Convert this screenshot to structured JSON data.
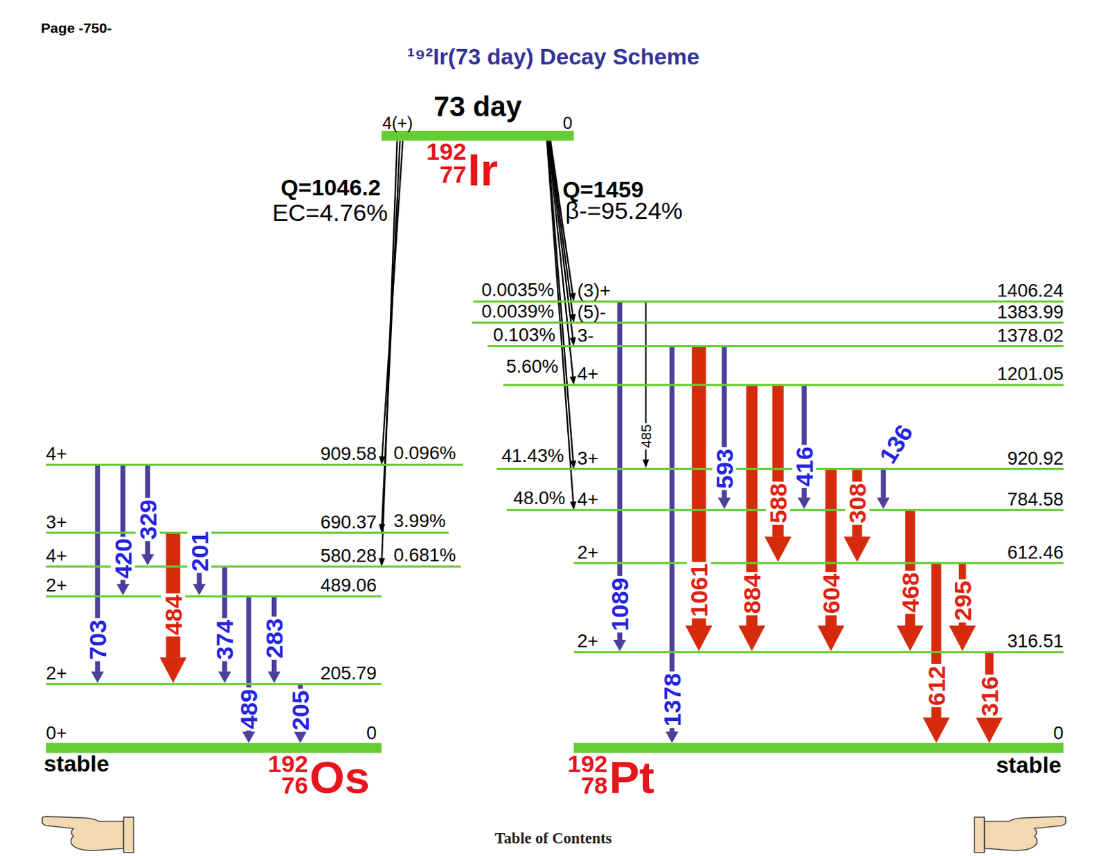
{
  "diagram": {
    "title": "¹⁹²Ir(73 day) Decay Scheme",
    "nodes": [
      {
        "text": [
          "73 day",
          "4(+)",
          "0"
        ]
      },
      {
        "text": [
          "4+",
          "909.58"
        ]
      },
      {
        "text": [
          "3+",
          "690.37"
        ]
      },
      {
        "text": [
          "4+",
          "580.28"
        ]
      },
      {
        "text": [
          "2+",
          "489.06"
        ]
      },
      {
        "text": [
          "2+",
          "205.79"
        ]
      },
      {
        "text": [
          "0+",
          "0",
          "stable"
        ]
      },
      {
        "text": [
          "(3)+",
          "1406.24"
        ]
      },
      {
        "text": [
          "(5)-",
          "1383.99"
        ]
      },
      {
        "text": [
          "3-",
          "1378.02"
        ]
      },
      {
        "text": [
          "4+",
          "1201.05"
        ]
      },
      {
        "text": [
          "3+",
          "920.92"
        ]
      },
      {
        "text": [
          "4+",
          "784.58"
        ]
      },
      {
        "text": [
          "2+",
          "612.46"
        ]
      },
      {
        "text": [
          "2+",
          "316.51"
        ]
      },
      {
        "text": [
          "0",
          "stable"
        ]
      }
    ],
    "edges": [
      {
        "from": 0,
        "to": 1,
        "arrow": "to",
        "label": "0.096%"
      },
      {
        "from": 0,
        "to": 2,
        "arrow": "to",
        "label": "3.99%"
      },
      {
        "from": 0,
        "to": 3,
        "arrow": "to",
        "label": "0.681%"
      },
      {
        "from": 0,
        "to": 7,
        "arrow": "to",
        "label": "0.0035%"
      },
      {
        "from": 0,
        "to": 8,
        "arrow": "to",
        "label": "0.0039%"
      },
      {
        "from": 0,
        "to": 9,
        "arrow": "to",
        "label": "0.103%"
      },
      {
        "from": 0,
        "to": 10,
        "arrow": "to",
        "label": "5.60%"
      },
      {
        "from": 0,
        "to": 11,
        "arrow": "to",
        "label": "41.43%"
      },
      {
        "from": 0,
        "to": 12,
        "arrow": "to",
        "label": "48.0%"
      },
      {
        "from": 1,
        "to": 5,
        "arrow": "to",
        "label": "703"
      },
      {
        "from": 1,
        "to": 4,
        "arrow": "to",
        "label": "420"
      },
      {
        "from": 1,
        "to": 3,
        "arrow": "to",
        "label": "329"
      },
      {
        "from": 2,
        "to": 5,
        "arrow": "to",
        "label": "484"
      },
      {
        "from": 2,
        "to": 4,
        "arrow": "to",
        "label": "201"
      },
      {
        "from": 3,
        "to": 5,
        "arrow": "to",
        "label": "374"
      },
      {
        "from": 4,
        "to": 6,
        "arrow": "to",
        "label": "489"
      },
      {
        "from": 4,
        "to": 5,
        "arrow": "to",
        "label": "283"
      },
      {
        "from": 5,
        "to": 6,
        "arrow": "to",
        "label": "205"
      },
      {
        "from": 7,
        "to": 14,
        "arrow": "to",
        "label": "1089"
      },
      {
        "from": 7,
        "to": 11,
        "arrow": "to",
        "label": "485"
      },
      {
        "from": 9,
        "to": 15,
        "arrow": "to",
        "label": "1378"
      },
      {
        "from": 9,
        "to": 14,
        "arrow": "to",
        "label": "1061"
      },
      {
        "from": 9,
        "to": 12,
        "arrow": "to",
        "label": "593"
      },
      {
        "from": 10,
        "to": 14,
        "arrow": "to",
        "label": "884"
      },
      {
        "from": 10,
        "to": 13,
        "arrow": "to",
        "label": "588"
      },
      {
        "from": 10,
        "to": 12,
        "arrow": "to",
        "label": "416"
      },
      {
        "from": 11,
        "to": 12,
        "arrow": "to",
        "label": "136"
      },
      {
        "from": 11,
        "to": 14,
        "arrow": "to",
        "label": "604"
      },
      {
        "from": 11,
        "to": 13,
        "arrow": "to",
        "label": "308"
      },
      {
        "from": 12,
        "to": 14,
        "arrow": "to",
        "label": "468"
      },
      {
        "from": 13,
        "to": 15,
        "arrow": "to",
        "label": "612"
      },
      {
        "from": 13,
        "to": 14,
        "arrow": "to",
        "label": "295"
      },
      {
        "from": 14,
        "to": 15,
        "arrow": "to",
        "label": "316"
      }
    ],
    "labels": [
      "Page -750-",
      "Q=1046.2",
      "EC=4.76%",
      "Q=1459",
      "β-=95.24%",
      "192",
      "77",
      "Ir",
      "192",
      "76",
      "Os",
      "192",
      "78",
      "Pt",
      "Table of Contents"
    ]
  }
}
